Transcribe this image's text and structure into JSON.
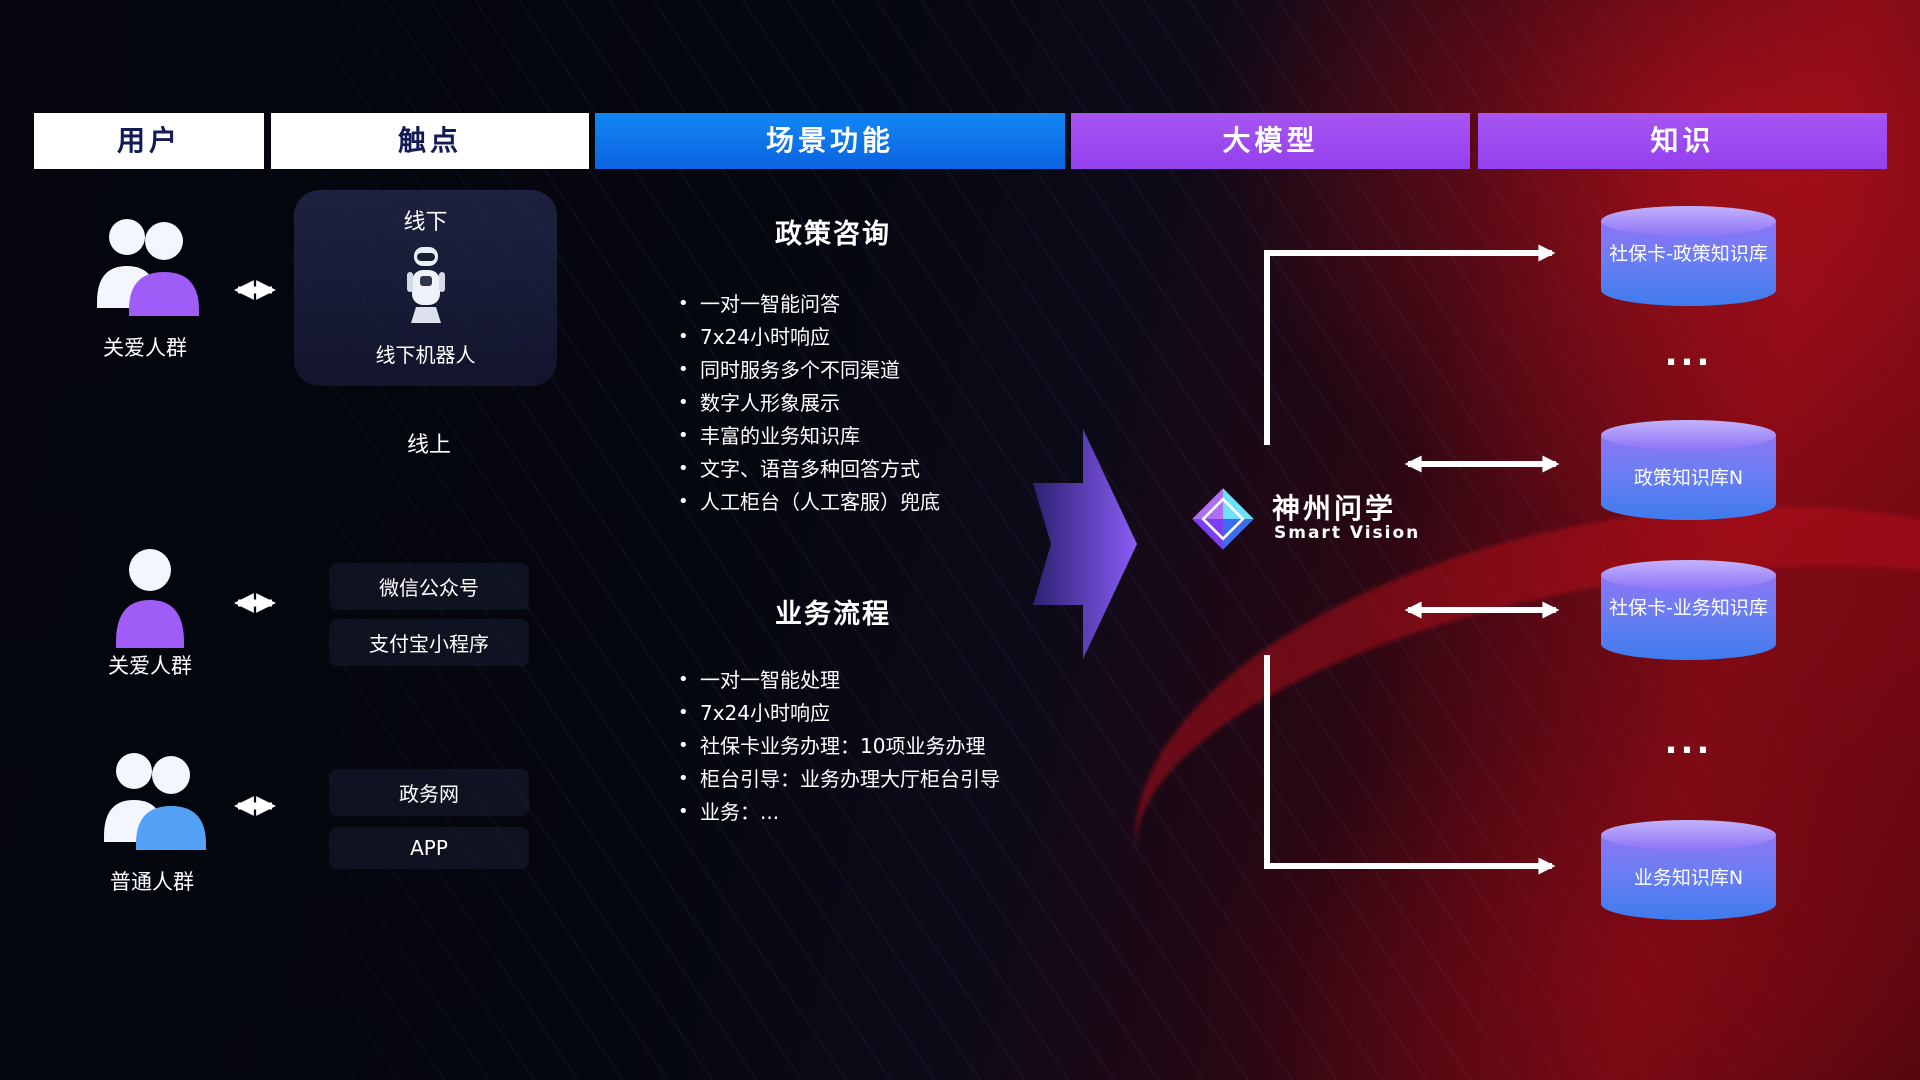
{
  "headers": [
    {
      "label": "用户"
    },
    {
      "label": "触点"
    },
    {
      "label": "场景功能"
    },
    {
      "label": "大模型"
    },
    {
      "label": "知识"
    }
  ],
  "users": [
    {
      "label": "关爱人群"
    },
    {
      "label": "关爱人群"
    },
    {
      "label": "普通人群"
    }
  ],
  "touchpoints": {
    "offline": {
      "title": "线下",
      "robot_label": "线下机器人"
    },
    "online": {
      "title": "线上",
      "items": [
        "微信公众号",
        "支付宝小程序",
        "政务网",
        "APP"
      ]
    }
  },
  "scenes": [
    {
      "title": "政策咨询",
      "items": [
        "一对一智能问答",
        "7x24小时响应",
        "同时服务多个不同渠道",
        "数字人形象展示",
        "丰富的业务知识库",
        "文字、语音多种回答方式",
        "人工柜台（人工客服）兜底"
      ]
    },
    {
      "title": "业务流程",
      "items": [
        "一对一智能处理",
        "7x24小时响应",
        "社保卡业务办理：10项业务办理",
        "柜台引导：业务办理大厅柜台引导",
        "业务：..."
      ]
    }
  ],
  "model": {
    "name": "神州问学",
    "subtitle": "Smart Vision"
  },
  "knowledge": {
    "cylinders": [
      "社保卡-政策知识库",
      "政策知识库N",
      "社保卡-业务知识库",
      "业务知识库N"
    ],
    "ellipsis": "..."
  },
  "colors": {
    "header_blue": "#0f78f2",
    "header_purple": "#9b4df0",
    "cylinder_top": "#c3b2fd",
    "cylinder_bottom": "#3f7bed",
    "arrow_purple": "#8a5cf6",
    "background_red": "#8a0b14",
    "white": "#ffffff"
  }
}
